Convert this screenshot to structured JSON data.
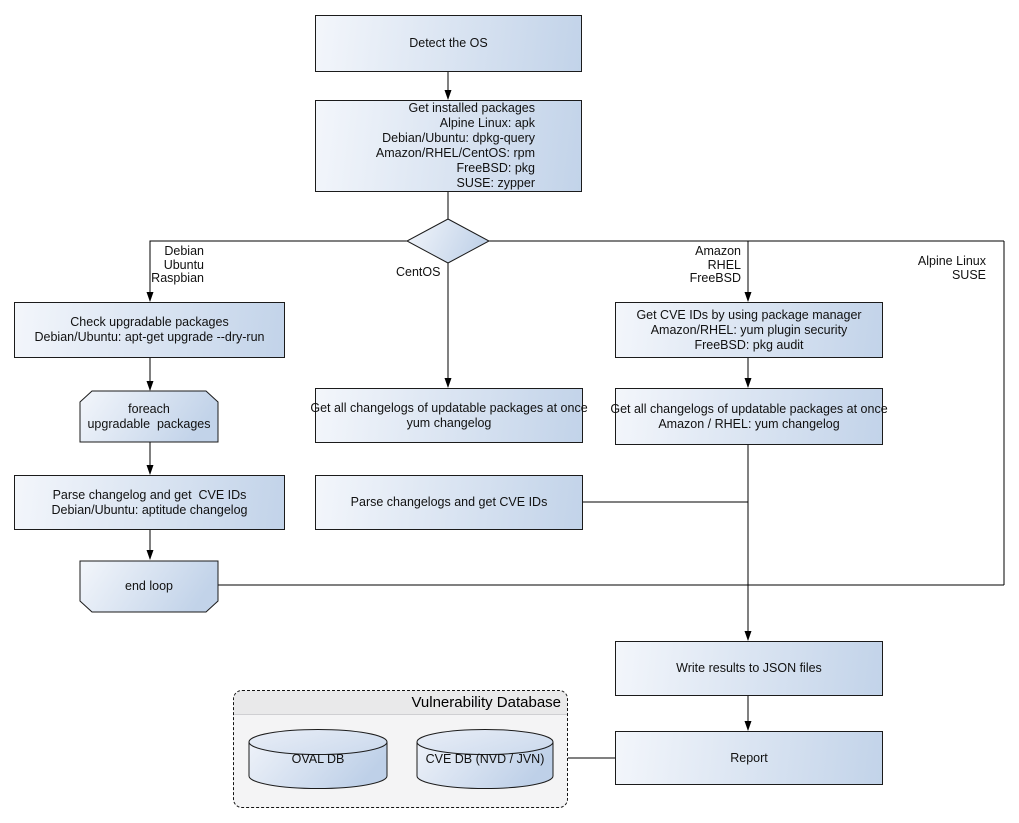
{
  "diagram": {
    "nodes": {
      "detect_os": {
        "lines": [
          "Detect the OS"
        ]
      },
      "get_installed": {
        "lines": [
          "Get installed packages",
          "Alpine Linux: apk",
          "Debian/Ubuntu: dpkg-query",
          "Amazon/RHEL/CentOS: rpm",
          "FreeBSD: pkg",
          "SUSE: zypper"
        ]
      },
      "check_upgradable": {
        "lines": [
          "Check upgradable packages",
          "Debian/Ubuntu: apt-get upgrade --dry-run"
        ]
      },
      "foreach_loop": {
        "lines": [
          "foreach",
          "upgradable  packages"
        ]
      },
      "parse_changelog_deb": {
        "lines": [
          "Parse changelog and get  CVE IDs",
          "Debian/Ubuntu: aptitude changelog"
        ]
      },
      "end_loop": {
        "lines": [
          "end loop"
        ]
      },
      "get_changelogs_centos": {
        "lines": [
          "Get all changelogs of updatable packages at once",
          "yum changelog"
        ]
      },
      "parse_changelogs_centos": {
        "lines": [
          "Parse changelogs and get CVE IDs"
        ]
      },
      "get_cve_ids_pkgmgr": {
        "lines": [
          "Get CVE IDs by using package manager",
          "Amazon/RHEL: yum plugin security",
          "FreeBSD: pkg audit"
        ]
      },
      "get_changelogs_amazon": {
        "lines": [
          "Get all changelogs of updatable packages at once",
          "Amazon / RHEL: yum changelog"
        ]
      },
      "write_json": {
        "lines": [
          "Write results to JSON files"
        ]
      },
      "report": {
        "lines": [
          "Report"
        ]
      }
    },
    "branch_labels": {
      "debian": {
        "lines": [
          "Debian",
          "Ubuntu",
          "Raspbian"
        ]
      },
      "centos": {
        "lines": [
          "CentOS"
        ]
      },
      "amazon": {
        "lines": [
          "Amazon",
          "RHEL",
          "FreeBSD"
        ]
      },
      "alpine": {
        "lines": [
          "Alpine Linux",
          "SUSE"
        ]
      }
    },
    "vulnerability_database": {
      "title": "Vulnerability Database",
      "oval_db": "OVAL DB",
      "cve_db": "CVE DB (NVD / JVN)"
    },
    "colors": {
      "node_gradient_start": "#f3f6fb",
      "node_gradient_end": "#c2d3e9",
      "node_border": "#1b1b1b",
      "connector": "#000000",
      "container_fill": "#f4f4f5",
      "container_header": "#e9e9ea",
      "background": "#ffffff"
    }
  }
}
